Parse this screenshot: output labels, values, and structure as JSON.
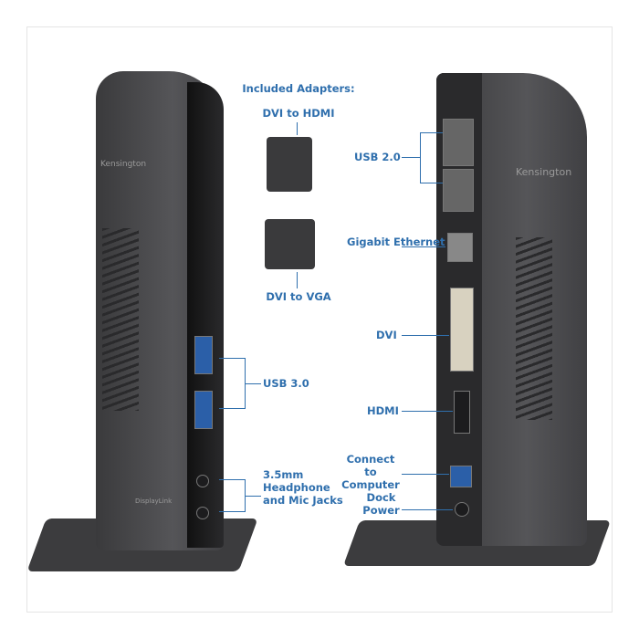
{
  "labels": {
    "included_adapters": "Included Adapters:",
    "dvi_to_hdmi": "DVI to HDMI",
    "dvi_to_vga": "DVI to VGA",
    "usb30": "USB 3.0",
    "audio": "3.5mm Headphone and Mic Jacks",
    "usb20": "USB 2.0",
    "ethernet": "Gigabit Ethernet",
    "dvi": "DVI",
    "hdmi": "HDMI",
    "connect": "Connect to Computer",
    "power": "Dock Power"
  },
  "device": {
    "brand": "Kensington",
    "logo": "DisplayLink"
  },
  "colors": {
    "label": "#2f6fad",
    "device": "#4a4a4d"
  }
}
